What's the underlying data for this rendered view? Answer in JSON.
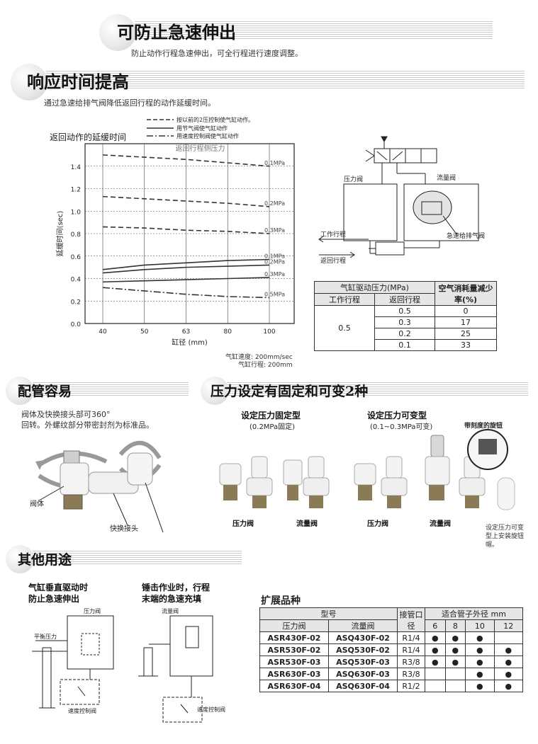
{
  "sec1": {
    "title": "可防止急速伸出",
    "desc": "防止动作行程急速伸出，可全行程进行速度调整。"
  },
  "sec2": {
    "title": "响应时间提高",
    "desc": "通过急速给排气阀降低返回行程的动作延缓时间。",
    "legend": [
      "按以前的2压控制使气缸动作。",
      "用节气阀使气缸动作",
      "用速度控制阀使气缸动作"
    ],
    "chart_note1": "气缸速度: 200mm/sec",
    "chart_note2": "气缸行程: 200mm",
    "circuit": {
      "pressure_valve": "压力阀",
      "flow_valve": "流量阀",
      "quick_exhaust": "急速给排气阀",
      "work_stroke": "工作行程",
      "return_stroke": "返回行程"
    }
  },
  "chart_data": {
    "type": "line",
    "title": "返回动作的延缓时间",
    "subtitle": "返回行程侧压力",
    "xlabel": "缸径 (mm)",
    "ylabel": "延缓时间(sec)",
    "categories": [
      "40",
      "50",
      "63",
      "80",
      "100"
    ],
    "yticks": [
      "0.0",
      "0.2",
      "0.4",
      "0.6",
      "0.8",
      "1.0",
      "1.2",
      "1.4"
    ],
    "ylim": [
      0,
      1.6
    ],
    "grid": true,
    "series": [
      {
        "name": "按以前的2压控制使气缸动作。",
        "label": "0.1MPa",
        "style": "dashed",
        "values": [
          1.5,
          1.48,
          1.46,
          1.43,
          1.4
        ]
      },
      {
        "name": "按以前的2压控制使气缸动作。",
        "label": "0.2MPa",
        "style": "dashed",
        "values": [
          1.13,
          1.11,
          1.09,
          1.07,
          1.04
        ]
      },
      {
        "name": "按以前的2压控制使气缸动作。",
        "label": "0.3MPa",
        "style": "dashed",
        "values": [
          0.86,
          0.85,
          0.83,
          0.82,
          0.8
        ]
      },
      {
        "name": "用节气阀使气缸动作",
        "label": "0.1MPa",
        "style": "solid",
        "values": [
          0.48,
          0.52,
          0.54,
          0.56,
          0.57
        ]
      },
      {
        "name": "用节气阀使气缸动作",
        "label": "0.2MPa",
        "style": "solid",
        "values": [
          0.45,
          0.48,
          0.5,
          0.51,
          0.52
        ]
      },
      {
        "name": "用节气阀使气缸动作",
        "label": "0.3MPa",
        "style": "solid",
        "values": [
          0.37,
          0.38,
          0.39,
          0.4,
          0.41
        ]
      },
      {
        "name": "用速度控制阀使气缸动作",
        "label": "0.5MPa",
        "style": "dashdot",
        "values": [
          0.32,
          0.29,
          0.26,
          0.24,
          0.23
        ]
      }
    ]
  },
  "table1": {
    "h_pressure": "气缸驱动压力(MPa)",
    "h_reduction": "空气消耗量减少率(%)",
    "h_work": "工作行程",
    "h_return": "返回行程",
    "work_value": "0.5",
    "rows": [
      [
        "0.5",
        "0"
      ],
      [
        "0.3",
        "17"
      ],
      [
        "0.2",
        "25"
      ],
      [
        "0.1",
        "33"
      ]
    ]
  },
  "sec3": {
    "title": "配管容易",
    "desc1": "阀体及快换接头部可360°",
    "desc2": "回转。外螺纹部分带密封剂为标准品。",
    "label_body": "阀体",
    "label_fitting": "快换接头"
  },
  "sec4": {
    "title": "压力设定有固定和可变2种",
    "fixed_title": "设定压力固定型",
    "fixed_sub": "(0.2MPa固定)",
    "var_title": "设定压力可变型",
    "var_sub": "(0.1~0.3MPa可变)",
    "knob_label": "带刻度的旋钮",
    "p_valve": "压力阀",
    "f_valve": "流量阀",
    "note": [
      "设定压力可变",
      "型上安装旋钮",
      "帽。"
    ]
  },
  "sec5": {
    "title": "其他用途",
    "use1": [
      "气缸垂直驱动时",
      "防止急速伸出"
    ],
    "use2": [
      "锤击作业时，行程",
      "末端的急速充填"
    ],
    "balance": "平衡压力",
    "p_valve": "压力阀",
    "f_valve": "流量阀",
    "speed_ctrl": "速度控制阀"
  },
  "table2": {
    "title": "扩展品种",
    "h_model": "型号",
    "h_port": "接管口径",
    "h_tube": "适合管子外径 mm",
    "h_pv": "压力阀",
    "h_fv": "流量阀",
    "sizes": [
      "6",
      "8",
      "10",
      "12"
    ],
    "rows": [
      {
        "pv": "ASR430F-02",
        "fv": "ASQ430F-02",
        "port": "R1/4",
        "d": [
          "●",
          "●",
          "●",
          ""
        ]
      },
      {
        "pv": "ASR530F-02",
        "fv": "ASQ530F-02",
        "port": "R1/4",
        "d": [
          "●",
          "●",
          "●",
          "●"
        ]
      },
      {
        "pv": "ASR530F-03",
        "fv": "ASQ530F-03",
        "port": "R3/8",
        "d": [
          "●",
          "●",
          "●",
          "●"
        ]
      },
      {
        "pv": "ASR630F-03",
        "fv": "ASQ630F-03",
        "port": "R3/8",
        "d": [
          "",
          "",
          "●",
          "●"
        ]
      },
      {
        "pv": "ASR630F-04",
        "fv": "ASQ630F-04",
        "port": "R1/2",
        "d": [
          "",
          "",
          "●",
          "●"
        ]
      }
    ]
  }
}
